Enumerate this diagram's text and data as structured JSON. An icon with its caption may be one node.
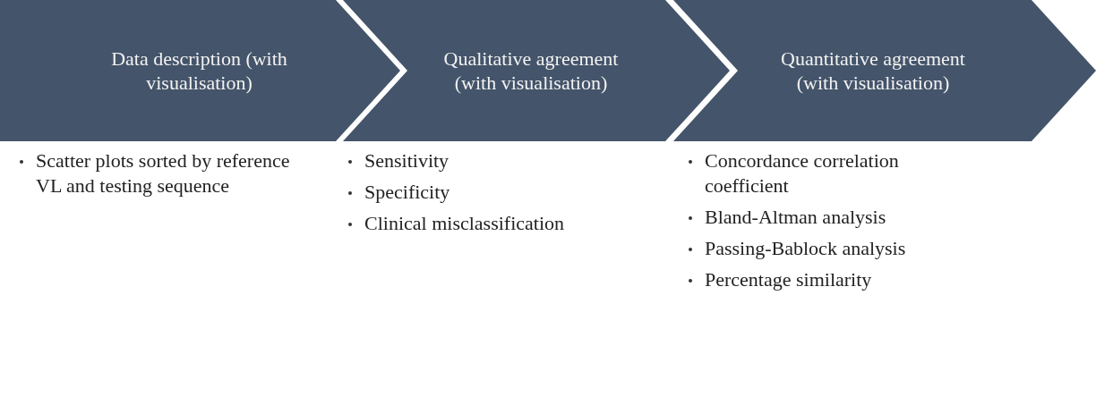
{
  "diagram": {
    "nodes": [
      {
        "text": [
          "Data description (with visualisation)"
        ],
        "beside": [
          "Scatter plots sorted by reference VL and testing sequence"
        ]
      },
      {
        "text": [
          "Qualitative agreement (with visualisation)"
        ],
        "beside": [
          "Sensitivity",
          "Specificity",
          "Clinical misclassification"
        ]
      },
      {
        "text": [
          "Quantitative agreement (with visualisation)"
        ],
        "beside": [
          "Concordance correlation coefficient",
          "Bland-Altman analysis",
          "Passing-Bablock analysis",
          "Percentage similarity"
        ]
      }
    ]
  }
}
